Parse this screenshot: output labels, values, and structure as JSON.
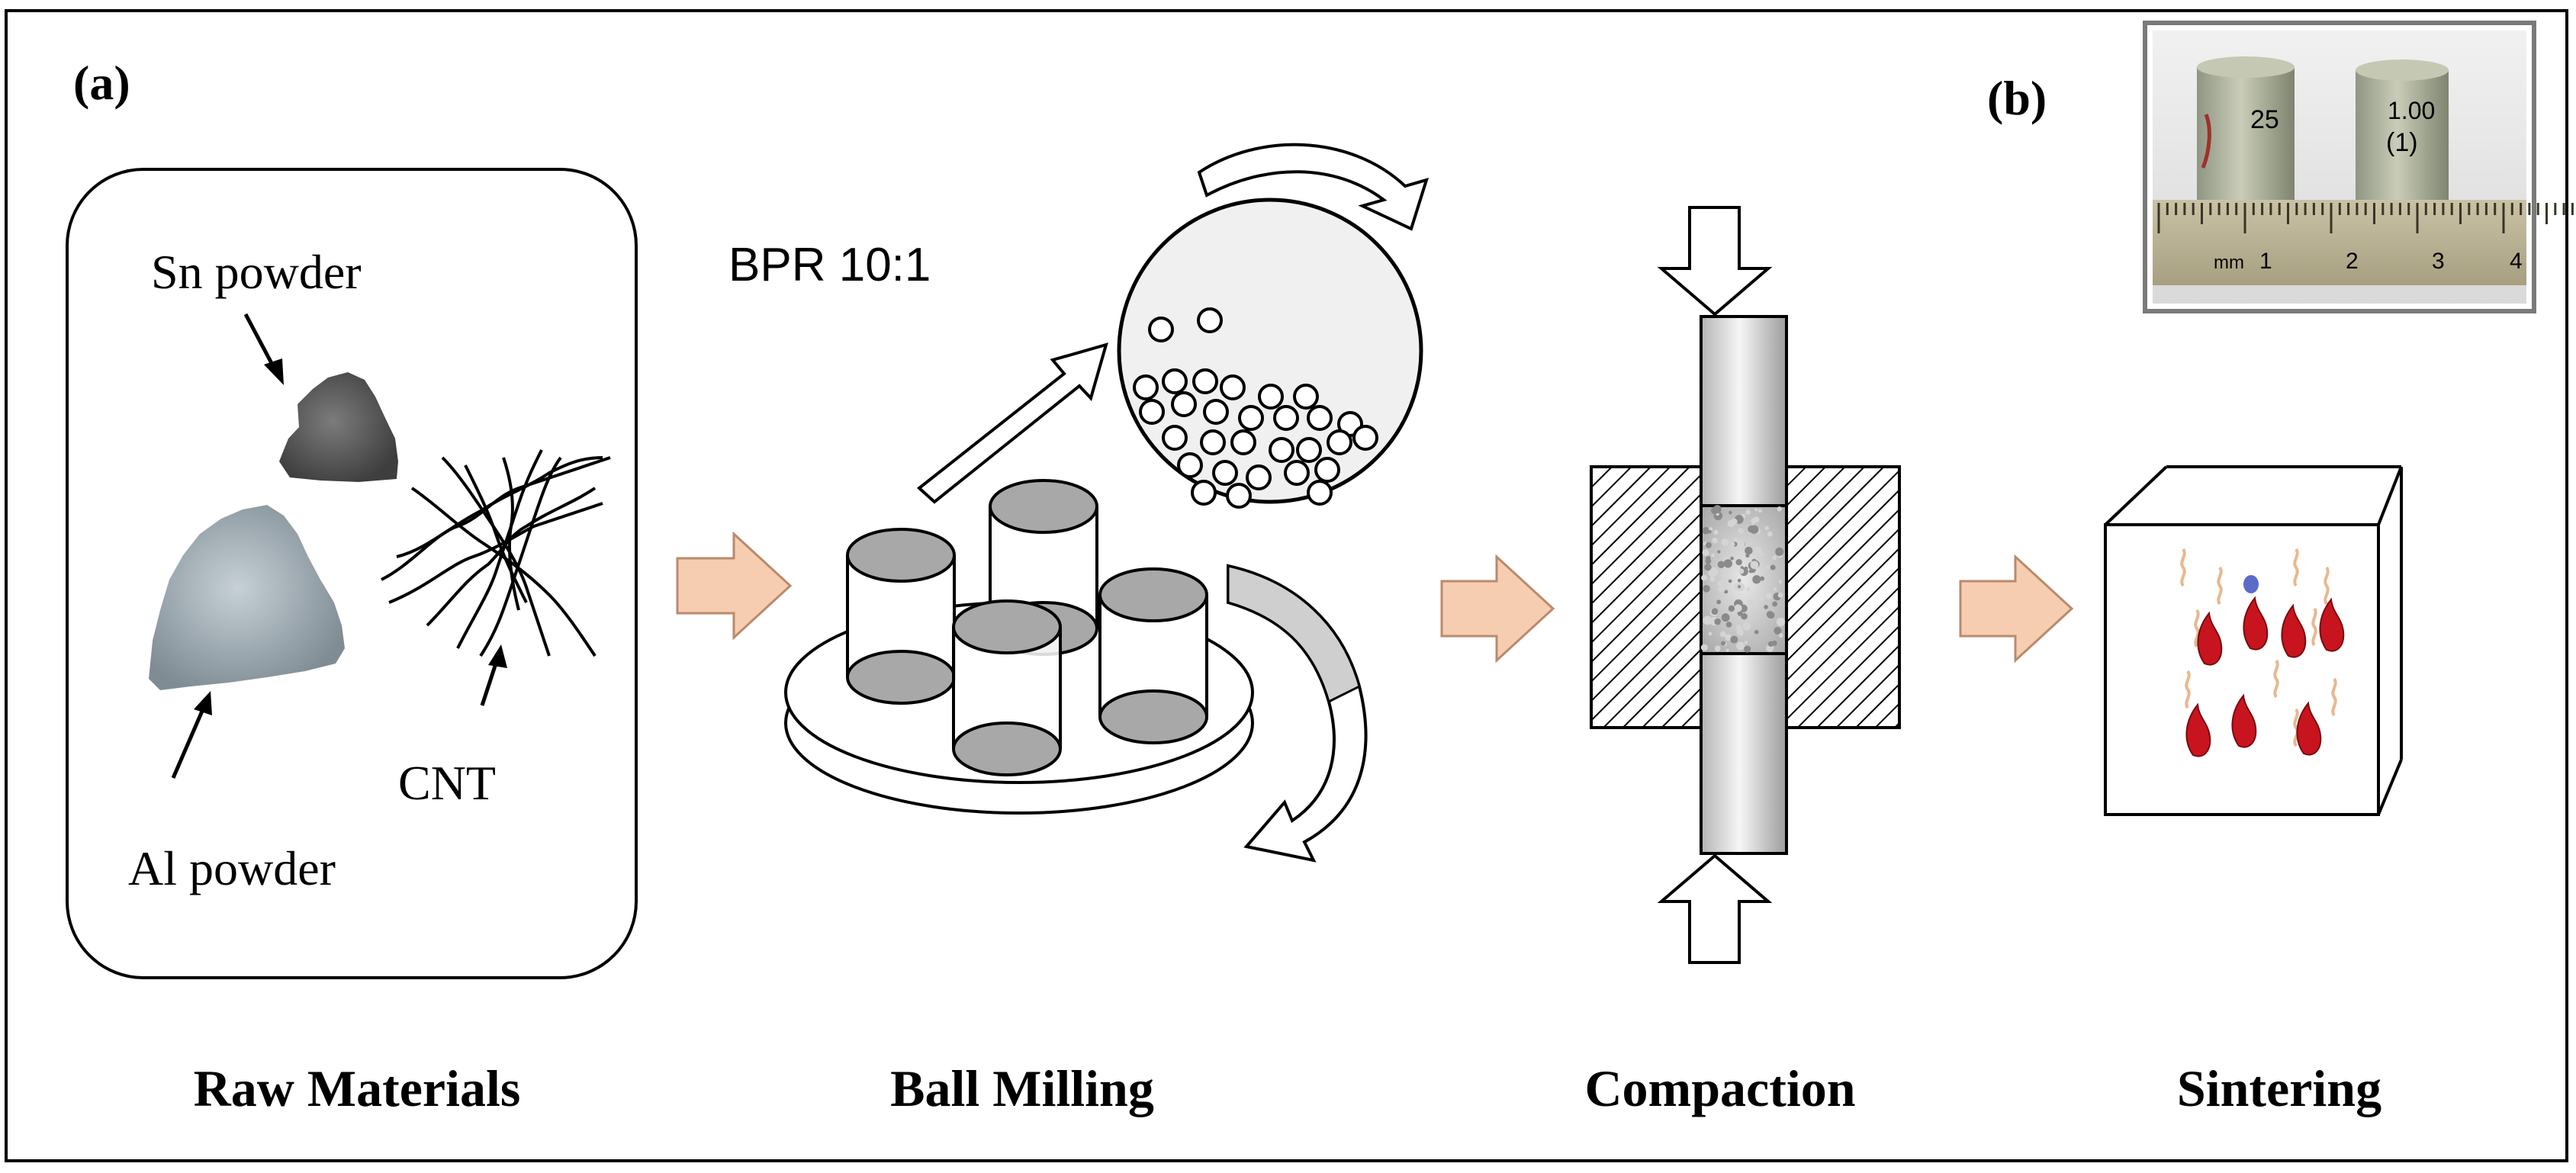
{
  "panels": {
    "a": "(a)",
    "b": "(b)"
  },
  "raw_materials": {
    "sn_powder": "Sn powder",
    "al_powder": "Al powder",
    "cnt": "CNT"
  },
  "ball_milling": {
    "bpr": "BPR 10:1"
  },
  "photo": {
    "ruler_numbers": [
      "1",
      "2",
      "3",
      "4"
    ],
    "ruler_unit": "mm",
    "sample_marks": [
      "25",
      "1.00",
      "(1)"
    ]
  },
  "stages": [
    "Raw Materials",
    "Ball Milling",
    "Compaction",
    "Sintering"
  ],
  "colors": {
    "process_arrow": "#f6cdb0",
    "process_arrow_stroke": "#b98a6c",
    "flame": "#c8141e",
    "vial_cap": "#a8a8a8",
    "frame": "#000000"
  }
}
